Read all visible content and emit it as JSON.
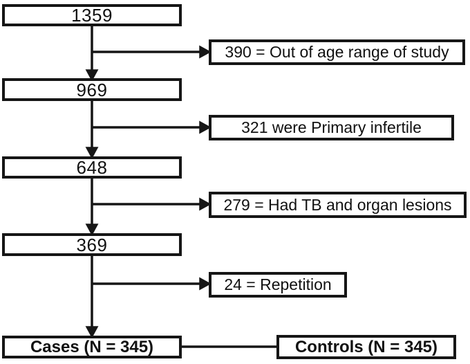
{
  "diagram": {
    "type": "study-flowchart",
    "colors": {
      "line": "#161616",
      "box_border": "#161616",
      "box_background": "#ffffff",
      "text": "#111111"
    },
    "main_column": [
      {
        "label": "1359"
      },
      {
        "label": "969"
      },
      {
        "label": "648"
      },
      {
        "label": "369"
      }
    ],
    "exclusions": [
      {
        "label": "390 = Out of age range of study"
      },
      {
        "label": "321 were Primary infertile"
      },
      {
        "label": "279 = Had TB and organ lesions"
      },
      {
        "label": "24 = Repetition"
      }
    ],
    "outcome": {
      "cases_label": "Cases (N = 345)",
      "controls_label": "Controls (N = 345)"
    }
  }
}
